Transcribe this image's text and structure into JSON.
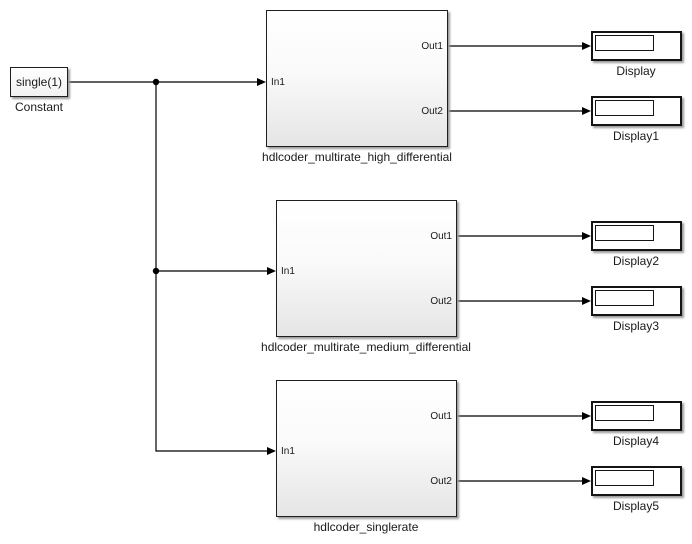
{
  "colors": {
    "background": "#ffffff",
    "line": "#000000",
    "block_border": "#1f1f1f",
    "block_fill_bottom": "#e5e5e5",
    "shadow": "#9a9a9a",
    "text": "#1a1a1a"
  },
  "constant": {
    "value": "single(1)",
    "label": "Constant"
  },
  "subsystems": [
    {
      "label": "hdlcoder_multirate_high_differential",
      "ports": {
        "in1": "In1",
        "out1": "Out1",
        "out2": "Out2"
      }
    },
    {
      "label": "hdlcoder_multirate_medium_differential",
      "ports": {
        "in1": "In1",
        "out1": "Out1",
        "out2": "Out2"
      }
    },
    {
      "label": "hdlcoder_singlerate",
      "ports": {
        "in1": "In1",
        "out1": "Out1",
        "out2": "Out2"
      }
    }
  ],
  "displays": [
    {
      "label": "Display"
    },
    {
      "label": "Display1"
    },
    {
      "label": "Display2"
    },
    {
      "label": "Display3"
    },
    {
      "label": "Display4"
    },
    {
      "label": "Display5"
    }
  ]
}
